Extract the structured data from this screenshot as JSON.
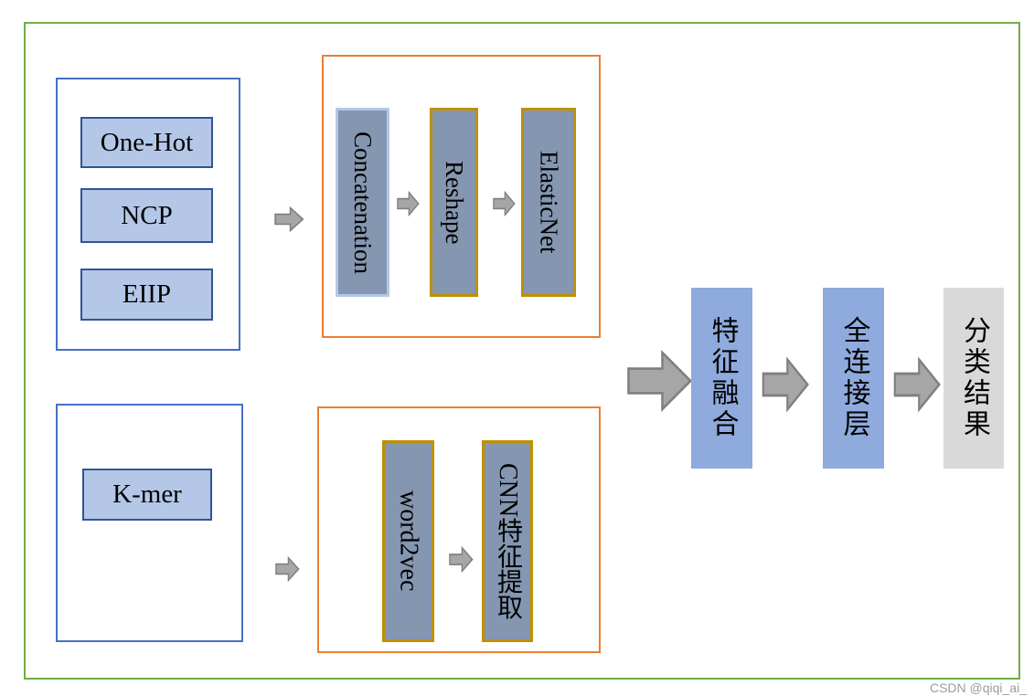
{
  "diagram": {
    "encoding_group": {
      "items": [
        "One-Hot",
        "NCP",
        "EIIP"
      ]
    },
    "kmer_group": {
      "items": [
        "K-mer"
      ]
    },
    "top_pipeline": {
      "steps": [
        "Concatenation",
        "Reshape",
        "ElasticNet"
      ]
    },
    "bottom_pipeline": {
      "steps": [
        "word2vec",
        "CNN特征提取"
      ]
    },
    "output_pipeline": {
      "steps": [
        "特征融合",
        "全连接层",
        "分类结果"
      ]
    }
  },
  "watermark": {
    "text": "CSDN @qiqi_ai_"
  },
  "colors": {
    "frame_green": "#70AD47",
    "blue_container_border": "#4472C4",
    "orange_container_border": "#ED7D31",
    "light_blue_fill": "#B4C7E7",
    "dark_blue_border": "#2F5597",
    "gray_blue_fill": "#8496B0",
    "gold_border": "#BF9000",
    "medium_blue_fill": "#8FAADC",
    "light_gray_fill": "#D9D9D9",
    "arrow_fill": "#A6A6A6",
    "arrow_stroke": "#7F7F7F"
  }
}
